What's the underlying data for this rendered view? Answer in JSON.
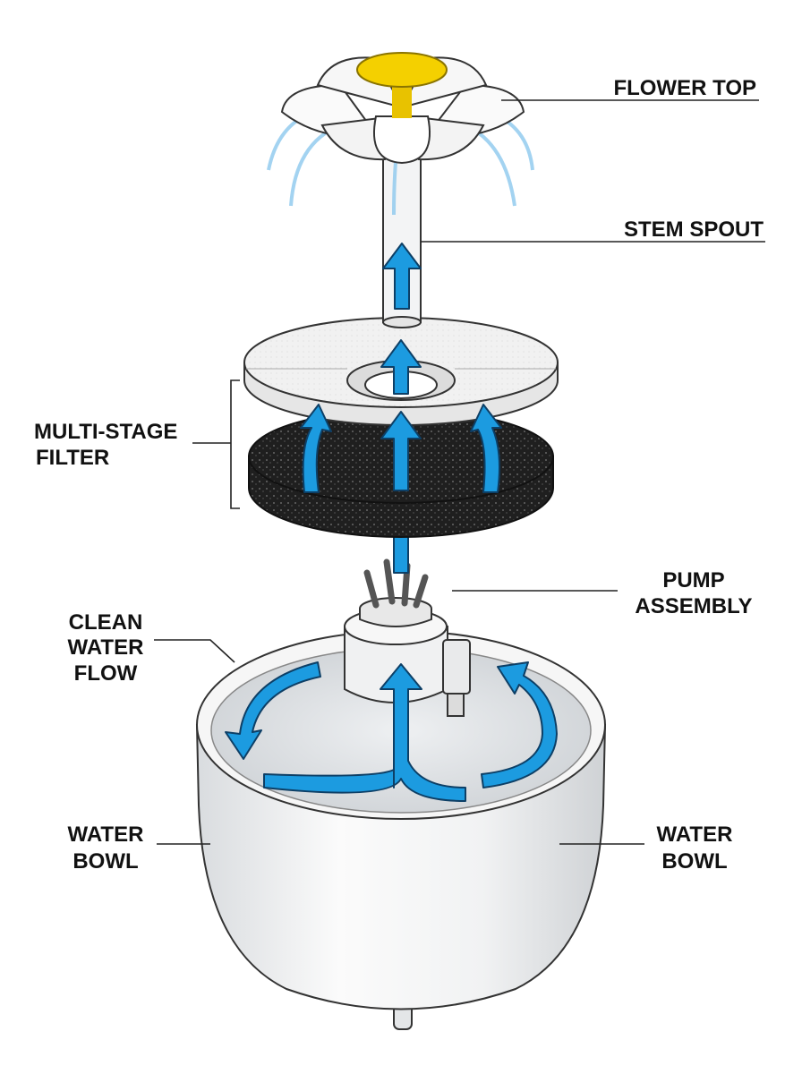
{
  "title": "Pet Water Fountain Exploded Diagram",
  "labels": {
    "flower_top": "FLOWER TOP",
    "stem_spout": "STEM SPOUT",
    "filter_line1": "MULTI-STAGE",
    "filter_line2": "FILTER",
    "pump_line1": "PUMP",
    "pump_line2": "ASSEMBLY",
    "clean_line1": "CLEAN",
    "clean_line2": "WATER",
    "clean_line3": "FLOW",
    "bowl_left_line1": "WATER",
    "bowl_left_line2": "BOWL",
    "bowl_right_line1": "WATER",
    "bowl_right_line2": "BOWL"
  },
  "colors": {
    "flow_arrow": "#1c9be0",
    "flower_center": "#f4d000",
    "filter_foam": "#1e1e1e"
  }
}
